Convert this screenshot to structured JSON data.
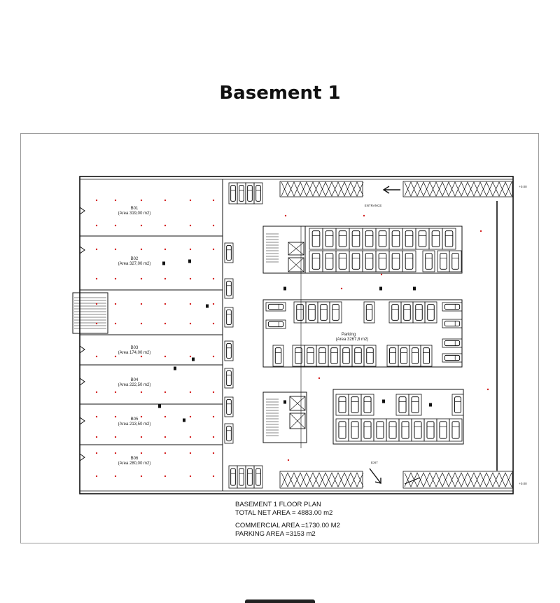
{
  "page": {
    "title": "Basement 1"
  },
  "units": [
    {
      "code": "B01",
      "area": "(Area 319,00 m2)"
    },
    {
      "code": "B02",
      "area": "(Area 327,00 m2)"
    },
    {
      "code": "B03",
      "area": "(Area 174,00 m2)"
    },
    {
      "code": "B04",
      "area": "(Area 222,50 m2)"
    },
    {
      "code": "B05",
      "area": "(Area 213,50 m2)"
    },
    {
      "code": "B06",
      "area": "(Area 280,00 m2)"
    }
  ],
  "parking": {
    "label": "Parking",
    "area": "(Area 3267,8 m2)"
  },
  "ramps": {
    "top_entrance": "ENTRANCE",
    "bottom_exit": "EXIT"
  },
  "levels": {
    "top_right": "+0.00",
    "bottom_right": "+0.00"
  },
  "notes": {
    "line1": "BASEMENT 1 FLOOR PLAN",
    "line2": "TOTAL NET AREA =  4883.00 m2",
    "line3": "COMMERCIAL AREA =1730.00 M2",
    "line4": "PARKING AREA =3153 m2"
  },
  "colors": {
    "line": "#111111",
    "column_dot": "#d42020",
    "frame": "#9a9a9a"
  }
}
